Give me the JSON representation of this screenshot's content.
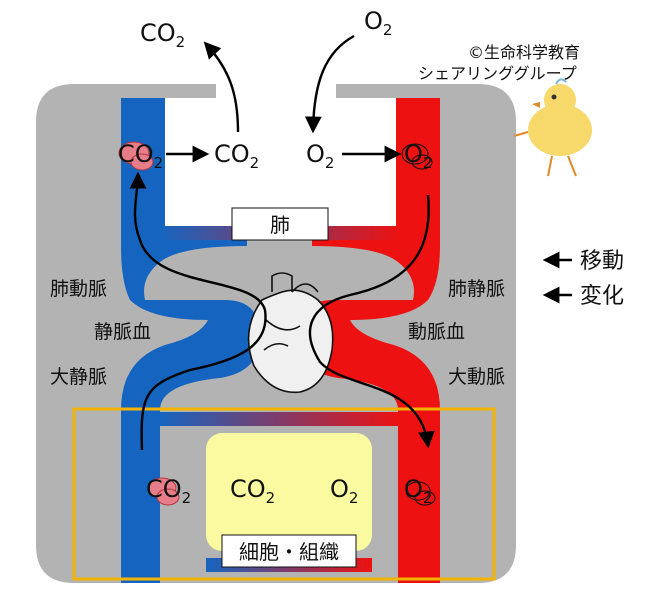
{
  "top": {
    "co2_out": {
      "main": "CO",
      "sub": "2"
    },
    "o2_in": {
      "main": "O",
      "sub": "2"
    }
  },
  "credit": {
    "line1": "©生命科学教育",
    "line2": "シェアリンググループ"
  },
  "lung": {
    "label": "肺",
    "co2_left": {
      "main": "CO",
      "sub": "2"
    },
    "co2_right": {
      "main": "CO",
      "sub": "2"
    },
    "o2_left": {
      "main": "O",
      "sub": "2"
    },
    "o2_right": {
      "main": "O",
      "sub": "2"
    }
  },
  "vessels": {
    "pulmonary_artery": "肺動脈",
    "pulmonary_vein": "肺静脈",
    "venous_blood": "静脈血",
    "arterial_blood": "動脈血",
    "vena_cava": "大静脈",
    "aorta": "大動脈"
  },
  "legend": {
    "move": "移動",
    "change": "変化"
  },
  "tissue": {
    "label": "細胞・組織",
    "co2_left": {
      "main": "CO",
      "sub": "2"
    },
    "co2_center": {
      "main": "CO",
      "sub": "2"
    },
    "o2_center": {
      "main": "O",
      "sub": "2"
    },
    "o2_right": {
      "main": "O",
      "sub": "2"
    }
  },
  "colors": {
    "venous": "#1565c0",
    "arterial": "#ee1111",
    "body_bg": "#b3b3b3",
    "tissue_fill": "#fafaa0",
    "highlight": "#f2b400",
    "rbc": "#e87d8a"
  }
}
